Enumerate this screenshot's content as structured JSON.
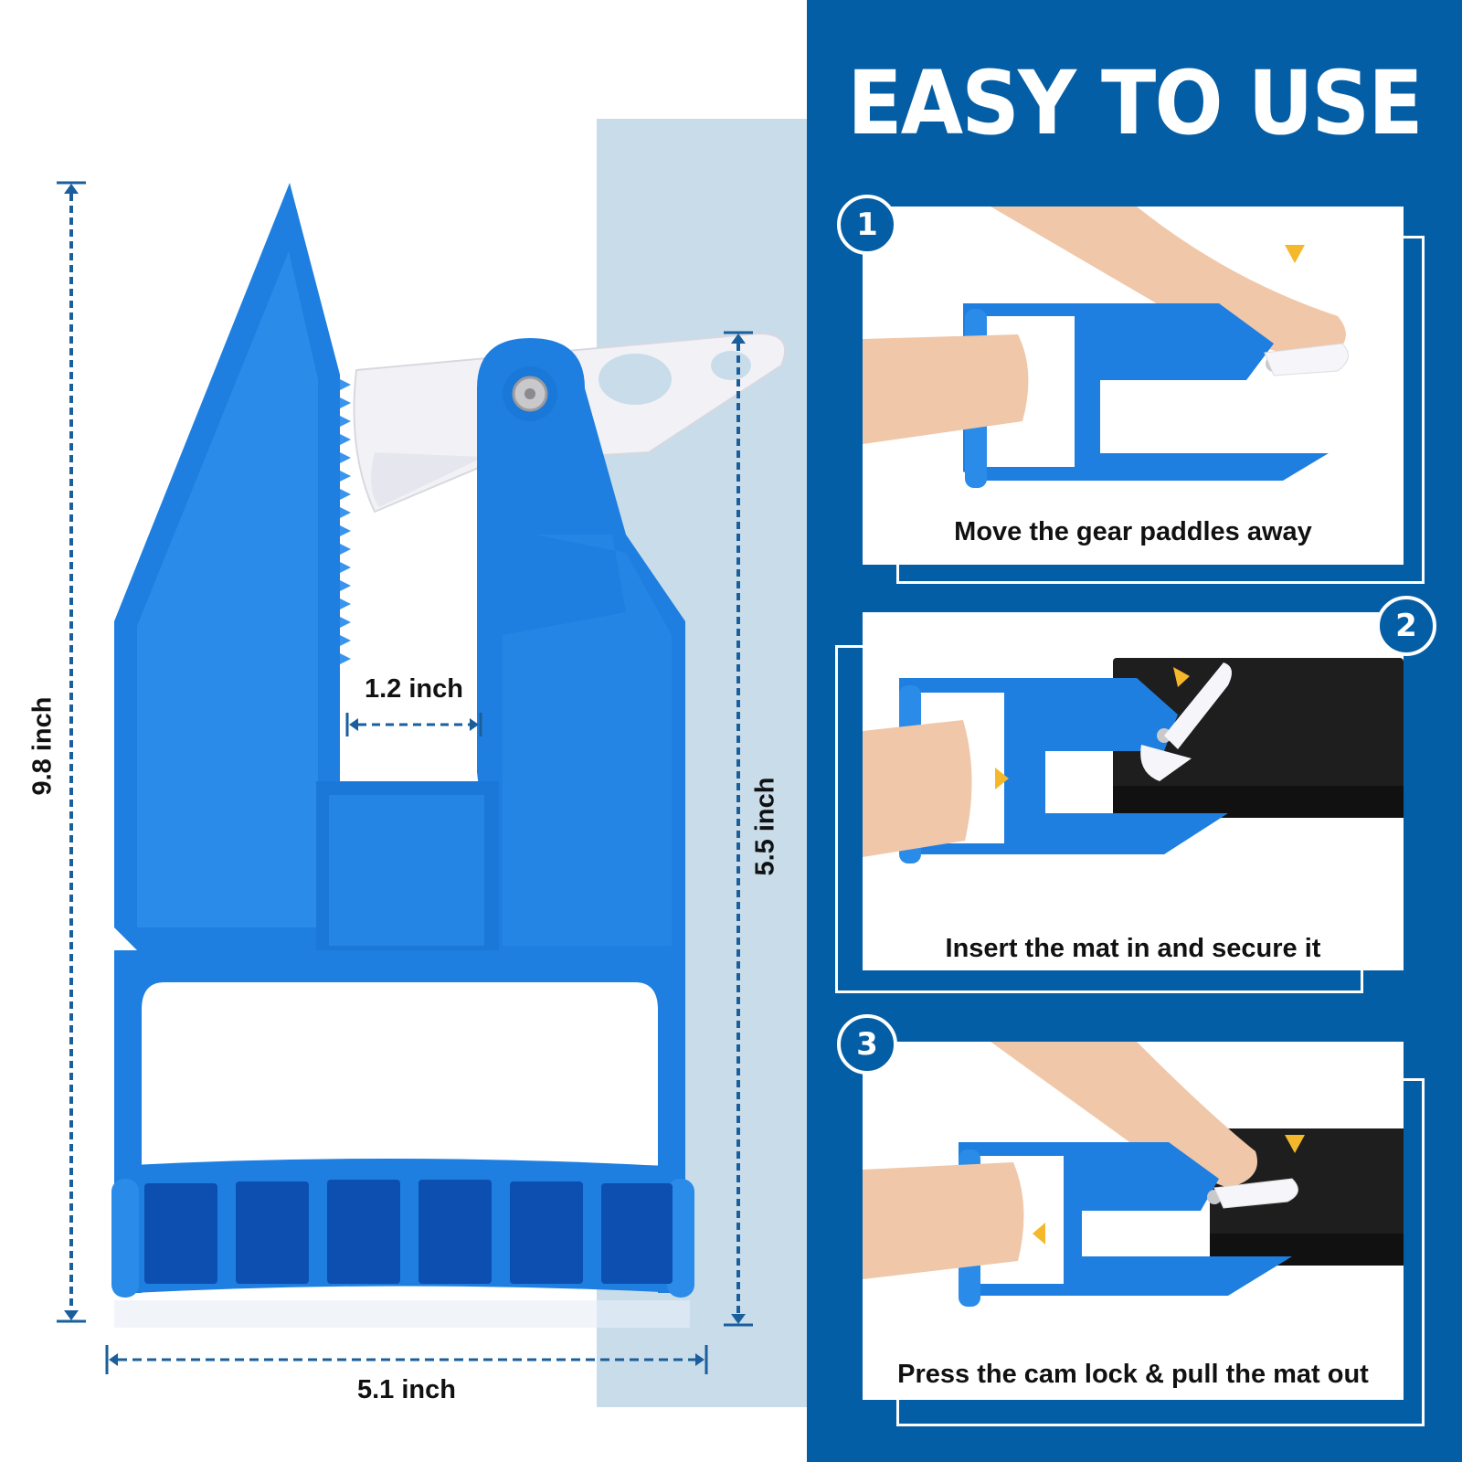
{
  "product_dimensions": {
    "height": {
      "label": "9.8 inch",
      "value": 9.8,
      "unit": "inch"
    },
    "width": {
      "label": "5.1 inch",
      "value": 5.1,
      "unit": "inch"
    },
    "opening": {
      "label": "1.2 inch",
      "value": 1.2,
      "unit": "inch"
    },
    "jaw_height": {
      "label": "5.5 inch",
      "value": 5.5,
      "unit": "inch"
    }
  },
  "panel": {
    "title": "EASY TO USE",
    "steps": [
      {
        "number": "1",
        "caption": "Move the gear paddles away"
      },
      {
        "number": "2",
        "caption": "Insert the mat in and secure it"
      },
      {
        "number": "3",
        "caption": "Press the cam lock & pull the mat out"
      }
    ]
  },
  "colors": {
    "brand_blue": "#045ea5",
    "product_blue": "#1e7fe0",
    "light_panel": "#c8dcea",
    "dimension_line": "#1a5f9c",
    "arrow_yellow": "#f5b82a"
  }
}
